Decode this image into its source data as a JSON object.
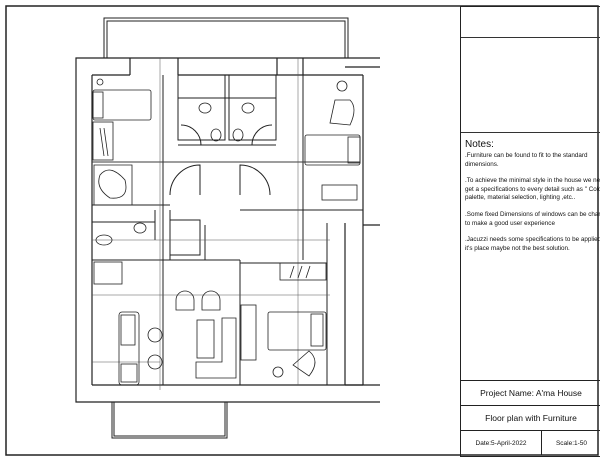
{
  "notes": {
    "heading": "Notes:",
    "items": [
      ".Furniture can be found to fit  to the standard dimensions.",
      ".To achieve the minimal style in the house we need to get a specifications to every detail such as \" Color palette, material selection, lighting ,etc..",
      ".Some fixed Dimensions of windows can be changed to make a good user experience",
      ".Jacuzzi needs some specifications to be applied and it's place maybe not the best solution."
    ]
  },
  "project_name": "Project Name: A'ma House",
  "drawing_title": "Floor plan with Furniture",
  "date": "Date:5-April-2022",
  "scale": "Scale:1-50"
}
